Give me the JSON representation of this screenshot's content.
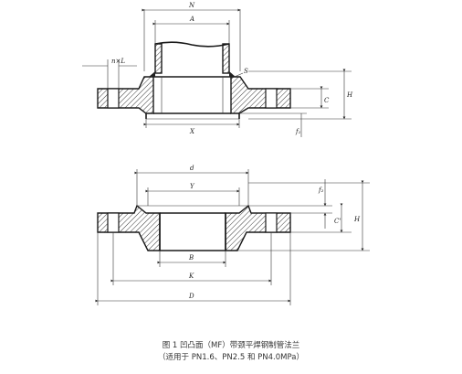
{
  "figure": {
    "caption_line1": "图 1   凹凸面（MF）带颈平焊钢制管法兰",
    "caption_line2": "（适用于 PN1.6、PN2.5 和 PN4.0MPa）"
  },
  "upper_view": {
    "labels": {
      "N": "N",
      "A": "A",
      "nxL": "n×L",
      "X": "X",
      "C": "C",
      "H": "H",
      "f1": "f₁",
      "S": "S"
    }
  },
  "lower_view": {
    "labels": {
      "d": "d",
      "Y": "Y",
      "f2": "f₂",
      "C": "C'",
      "H": "H",
      "B": "B",
      "K": "K",
      "D": "D"
    }
  }
}
